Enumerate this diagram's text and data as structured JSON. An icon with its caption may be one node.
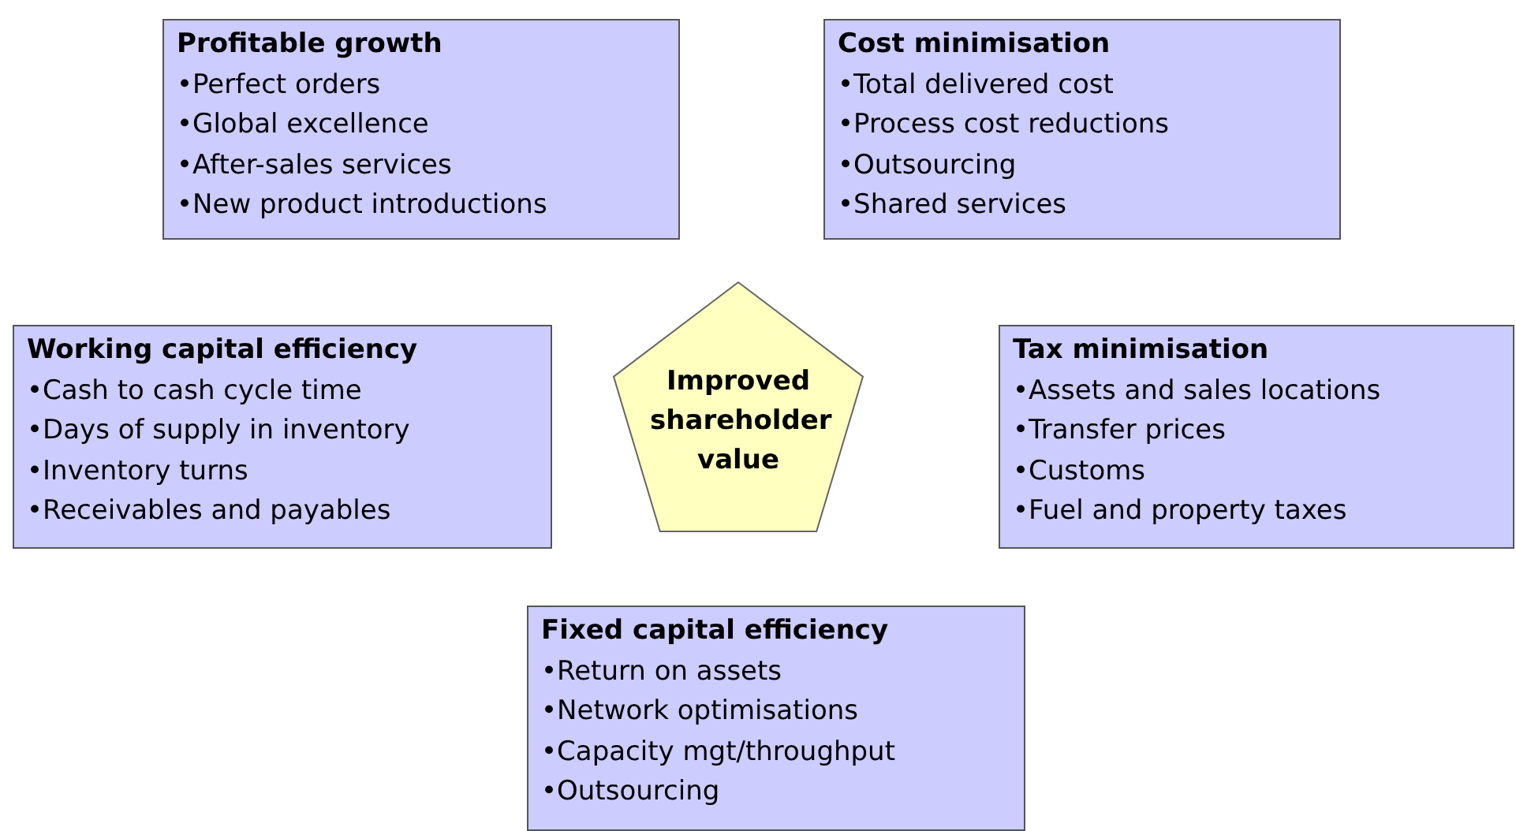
{
  "diagram": {
    "nodes": [
      {
        "text": [
          "Profitable growth",
          "•Perfect orders",
          "•Global excellence",
          "•After-sales services",
          "•New product introductions"
        ]
      },
      {
        "text": [
          "Cost minimisation",
          "•Total delivered cost",
          "•Process cost reductions",
          "•Outsourcing",
          "•Shared services"
        ]
      },
      {
        "text": [
          "Working capital efficiency",
          "•Cash to cash cycle time",
          "•Days of supply in inventory",
          "•Inventory turns",
          "•Receivables and payables"
        ]
      },
      {
        "text": [
          "Improved shareholder value"
        ]
      },
      {
        "text": [
          "Tax minimisation",
          "•Assets and sales locations",
          "•Transfer prices",
          "•Customs",
          "•Fuel and property taxes"
        ]
      },
      {
        "text": [
          "Fixed capital efficiency",
          "•Return on assets",
          "•Network optimisations",
          "•Capacity mgt/throughput",
          "•Outsourcing"
        ]
      }
    ]
  }
}
